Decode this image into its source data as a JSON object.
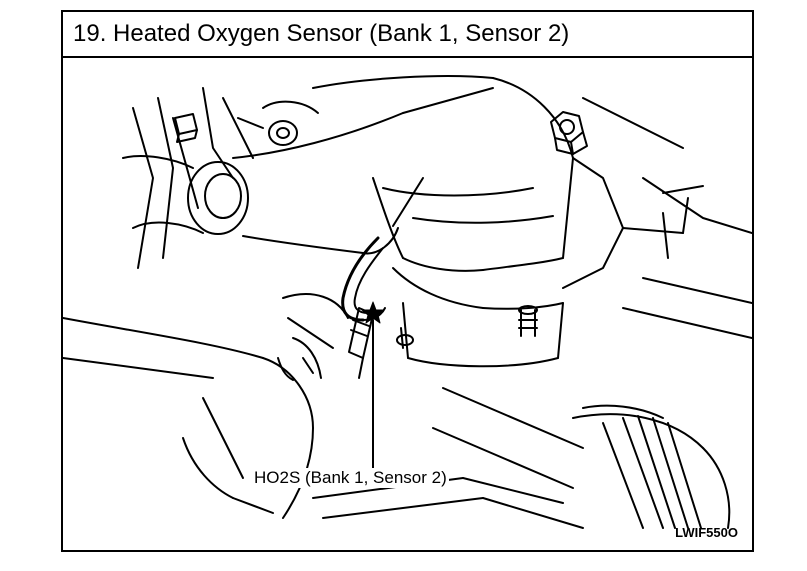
{
  "title": "19. Heated Oxygen Sensor (Bank 1, Sensor 2)",
  "callout_label": "HO2S (Bank 1, Sensor 2)",
  "figure_code": "LWIF550O",
  "icons": [
    "sensor-star-icon"
  ]
}
